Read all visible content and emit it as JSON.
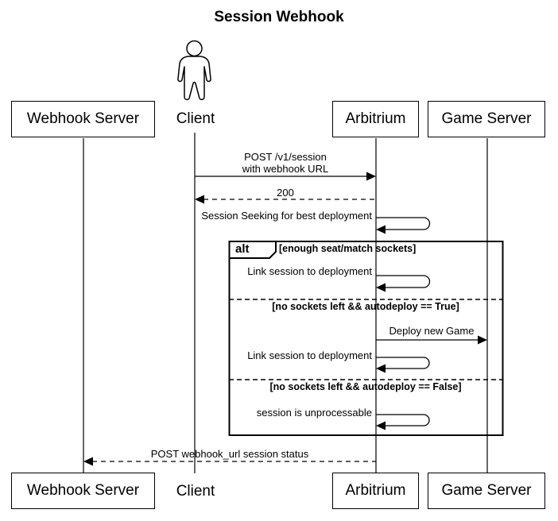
{
  "title": "Session Webhook",
  "participants": {
    "webhook_server": "Webhook Server",
    "client": "Client",
    "arbitrium": "Arbitrium",
    "game_server": "Game Server"
  },
  "messages": {
    "post_session_line1": "POST /v1/session",
    "post_session_line2": "with webhook URL",
    "response_200": "200",
    "session_seeking": "Session Seeking for best deployment",
    "link_session_1": "Link session to deployment",
    "deploy_new_game": "Deploy new Game",
    "link_session_2": "Link session to deployment",
    "session_unprocessable": "session is unprocessable",
    "post_webhook_status": "POST webhook_url session status"
  },
  "alt_frame": {
    "label": "alt",
    "guard_1": "[enough seat/match sockets]",
    "guard_2": "[no sockets left && autodeploy == True]",
    "guard_3": "[no sockets left && autodeploy == False]"
  },
  "colors": {
    "line": "#000000",
    "background": "#FFFFFF"
  }
}
